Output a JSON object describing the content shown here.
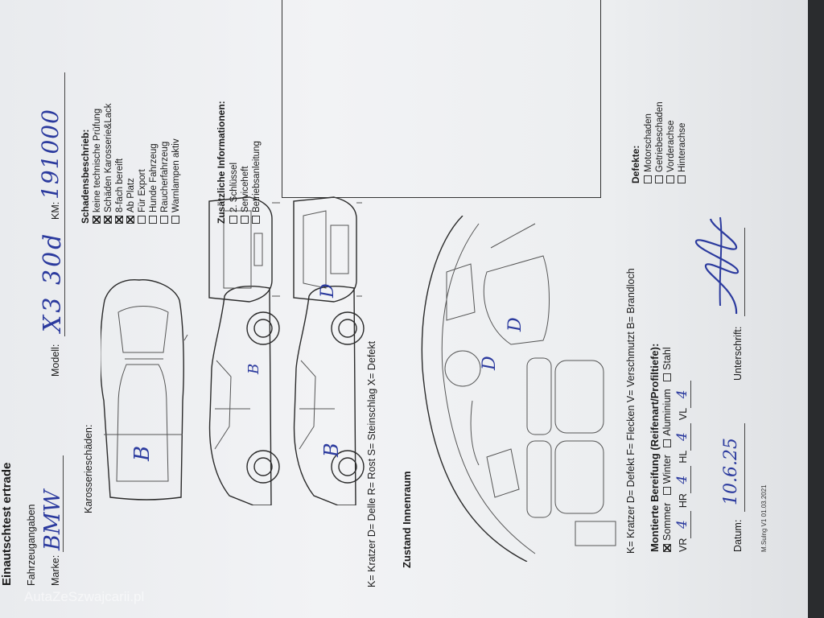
{
  "form": {
    "title": "Einautschtest ertrade",
    "fahrzeugangaben_label": "Fahrzeugangaben",
    "marke_label": "Marke:",
    "marke_value": "BMW",
    "modell_label": "Modell:",
    "modell_value": "X3 30d",
    "km_label": "KM:",
    "km_value": "191000",
    "karosserie_label": "Karosserieschäden:",
    "schaden_legend": "K= Kratzer D= Delle R= Rost S= Steinschlag X= Defekt",
    "car_marks": [
      "B",
      "B",
      "D",
      "B"
    ],
    "interior_title": "Zustand Innenraum",
    "interior_marks": [
      "D",
      "D"
    ],
    "interior_legend": "K= Kratzer D= Defekt F= Flecken V= Verschmutzt B= Brandloch",
    "tires_title": "Montierte Bereifung (Reifenart/Profiltiefe):",
    "tire_types": [
      {
        "label": "Sommer",
        "checked": true
      },
      {
        "label": "Winter",
        "checked": false
      },
      {
        "label": "Aluminium",
        "checked": false
      },
      {
        "label": "Stahl",
        "checked": false
      }
    ],
    "tire_vr_label": "VR",
    "tire_vr": "4",
    "tire_hr_label": "HR",
    "tire_hr": "4",
    "tire_hl_label": "HL",
    "tire_hl": "4",
    "tire_vl_label": "VL",
    "tire_vl": "4",
    "datum_label": "Datum:",
    "datum_value": "10.6.25",
    "unterschrift_label": "Unterschrift:",
    "footer_code": "M.Sulng V1 01.03.2021",
    "schadensbeschrieb_title": "Schadensbeschrieb:",
    "schadensbeschrieb": [
      {
        "label": "keine technische Prüfung",
        "checked": true
      },
      {
        "label": "Schäden Karosserie&Lack",
        "checked": true
      },
      {
        "label": "8-fach bereift",
        "checked": true
      },
      {
        "label": "Ab Platz",
        "checked": true
      },
      {
        "label": "Für Export",
        "checked": false
      },
      {
        "label": "Hunde Fahrzeug",
        "checked": false
      },
      {
        "label": "Raucherfahrzeug",
        "checked": false
      },
      {
        "label": "Warnlampen aktiv",
        "checked": false
      }
    ],
    "zusatz_title": "Zusätzliche Informationen:",
    "zusatz": [
      {
        "label": "2. Schlüssel",
        "checked": false
      },
      {
        "label": "Serviceheft",
        "checked": false
      },
      {
        "label": "Betriebsanleitung",
        "checked": false
      }
    ],
    "defekte_title": "Defekte:",
    "defekte": [
      {
        "label": "Motorschaden",
        "checked": false
      },
      {
        "label": "Getriebeschaden",
        "checked": false
      },
      {
        "label": "Vorderachse",
        "checked": false
      },
      {
        "label": "Hinterachse",
        "checked": false
      }
    ]
  },
  "watermark": "AutaZeSzwajcarii.pl"
}
